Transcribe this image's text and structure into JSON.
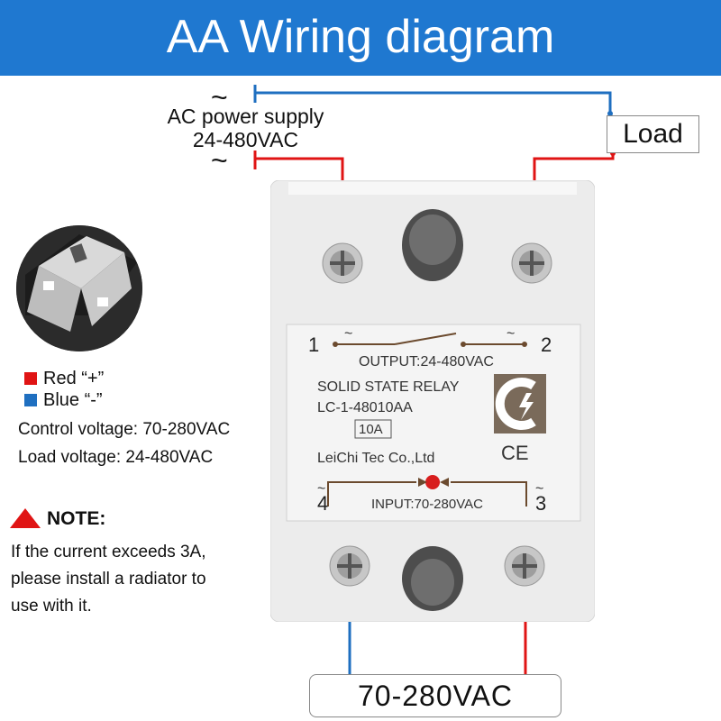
{
  "header": {
    "title": "AA Wiring diagram"
  },
  "supply": {
    "tilde_top": "~",
    "tilde_bottom": "~",
    "label": "AC power supply",
    "range": "24-480VAC"
  },
  "load": {
    "label": "Load"
  },
  "legend": {
    "red": {
      "label": "Red “+”",
      "color": "#e01414"
    },
    "blue": {
      "label": "Blue “-”",
      "color": "#1f6fc0"
    }
  },
  "specs": {
    "control": "Control voltage: 70-280VAC",
    "load": "Load voltage: 24-480VAC"
  },
  "note": {
    "title": "NOTE:",
    "icon": "warning-triangle-icon",
    "lines": [
      "If the current exceeds 3A,",
      "please install a radiator to",
      "use with it."
    ]
  },
  "relay": {
    "terminal_1": "1",
    "terminal_2": "2",
    "terminal_3": "3",
    "terminal_4": "4",
    "tilde": "~",
    "output": "OUTPUT:24-480VAC",
    "name": "SOLID STATE RELAY",
    "model": "LC-1-48010AA",
    "current": "10A",
    "maker": "LeiChi Tec Co.,Ltd",
    "ce": "CE",
    "input": "INPUT:70-280VAC"
  },
  "input_supply": {
    "label": "70-280VAC"
  },
  "colors": {
    "banner": "#1f78d0",
    "wire_red": "#e01414",
    "wire_blue": "#1f6fc0",
    "relay_body": "#ececec",
    "indicator": "#d81e1e"
  }
}
